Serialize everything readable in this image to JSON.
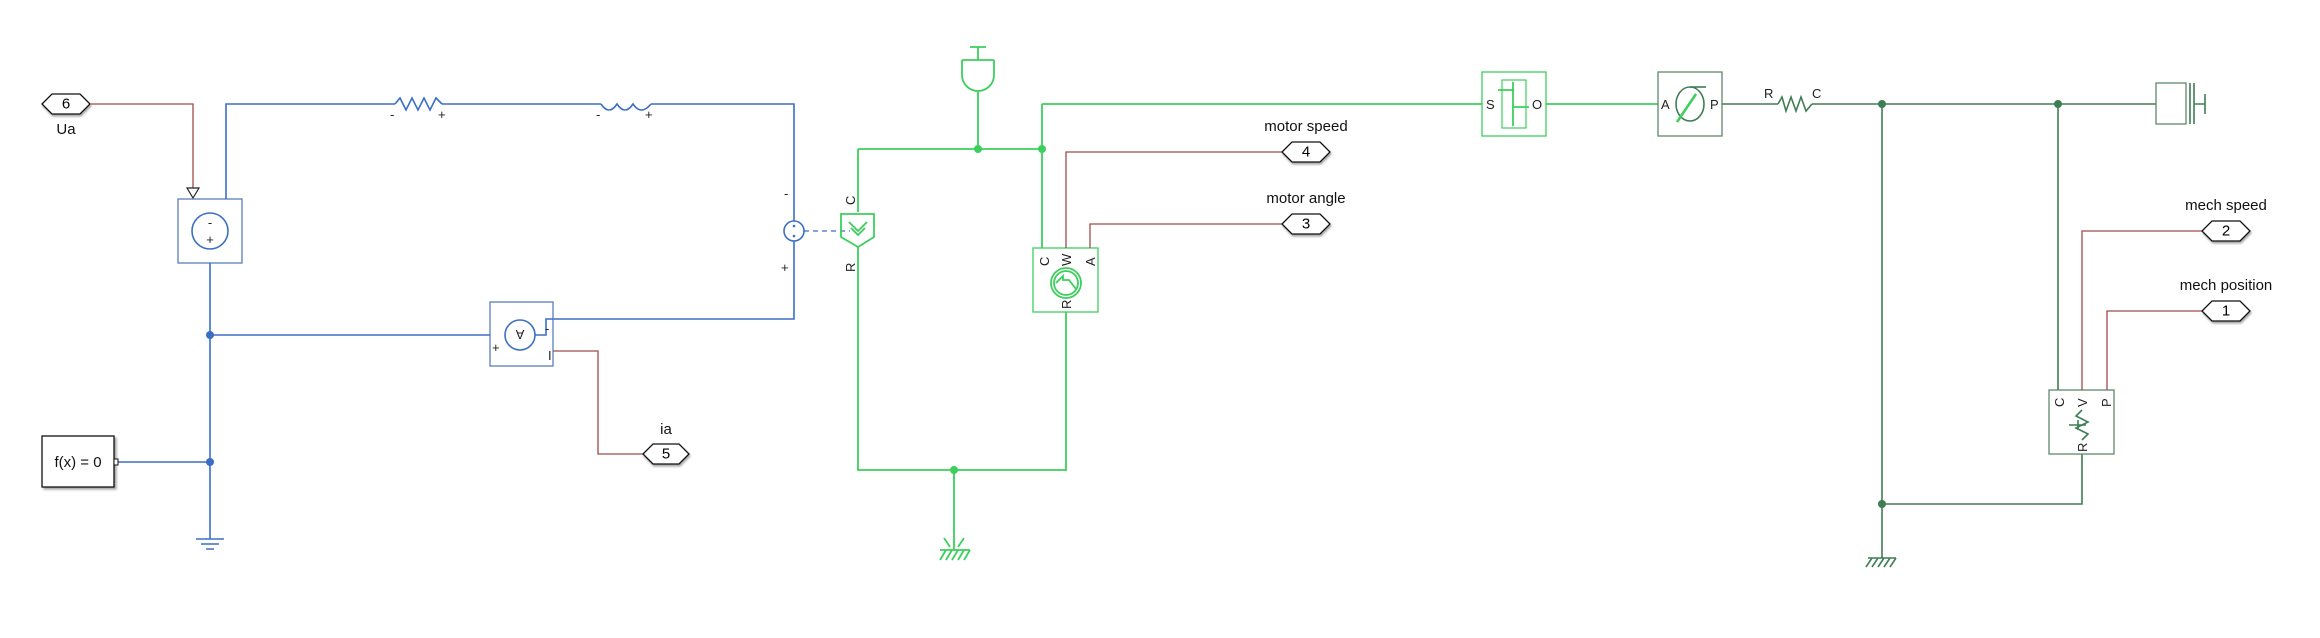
{
  "electrical": {
    "tag_ua": {
      "number": "6",
      "label": "Ua"
    },
    "tag_ia": {
      "number": "5",
      "label": "ia"
    },
    "solver_block": "f(x) = 0",
    "resistor_ports": {
      "neg": "-",
      "pos": "+"
    },
    "inductor_ports": {
      "neg": "-",
      "pos": "+"
    },
    "emf_ports": {
      "neg": "-",
      "pos": "+"
    },
    "voltage_source_signs": {
      "neg": "-",
      "pos": "+"
    },
    "current_sensor_ports": {
      "pos": "+",
      "neg": "-",
      "out": "I"
    }
  },
  "rotational": {
    "tag_motor_speed": {
      "number": "4",
      "label": "motor speed"
    },
    "tag_motor_angle": {
      "number": "3",
      "label": "motor angle"
    },
    "torque_source_ports": {
      "c": "C",
      "r": "R"
    },
    "motion_sensor_ports": {
      "c": "C",
      "w": "W",
      "a": "A",
      "r": "R"
    },
    "gearbox_ports": {
      "s": "S",
      "o": "O"
    }
  },
  "translational": {
    "converter_ports": {
      "a": "A",
      "p": "P"
    },
    "spring_ports": {
      "r": "R",
      "c": "C"
    },
    "tag_mech_speed": {
      "number": "2",
      "label": "mech speed"
    },
    "tag_mech_position": {
      "number": "1",
      "label": "mech position"
    },
    "sensor_ports": {
      "c": "C",
      "v": "V",
      "p": "P",
      "r": "R"
    }
  }
}
